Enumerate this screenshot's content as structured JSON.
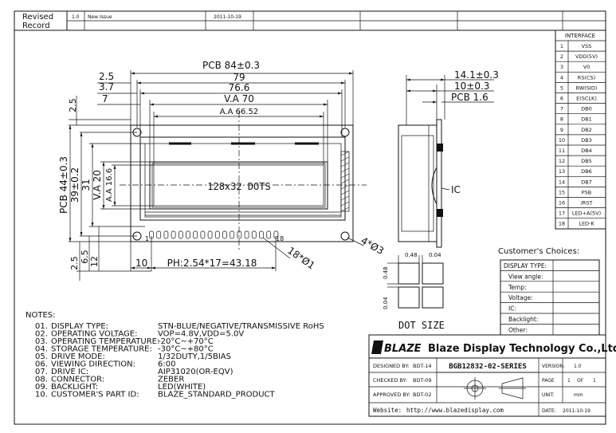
{
  "revision": {
    "label_line1": "Revised",
    "label_line2": "Record",
    "rev_no": "1.0",
    "description": "New Issue",
    "date": "2011-10-19"
  },
  "dimensions": {
    "pcb_w": "PCB 84±0.3",
    "d79": "79",
    "d766": "76.6",
    "va70": "V.A 70",
    "aa": "A.A 66.52",
    "d25": "2.5",
    "d37": "3.7",
    "d7": "7",
    "d25v": "2.5",
    "pcb_h": "PCB 44±0.3",
    "d39": "39±0.2",
    "d31": "31",
    "va20": "V.A 20",
    "aa166": "A.A 16.6",
    "d65": "6.5",
    "d12": "12",
    "d25b": "2.5",
    "d10": "10",
    "ph": "PH:2.54*17=43.18",
    "dots": "128x32 DOTS",
    "pin1": "1",
    "pin18": "18",
    "hole": "4*Ø3",
    "pins": "18*Ø1",
    "side_total": "14.1±0.3",
    "side_10": "10±0.3",
    "side_pcb": "PCB 1.6",
    "ic": "IC",
    "dot_048a": "0.48",
    "dot_004a": "0.04",
    "dot_048b": "0.48",
    "dot_004b": "0.04",
    "dot_size": "DOT SIZE"
  },
  "interface": {
    "title": "INTERFACE",
    "pins": [
      {
        "no": "1",
        "name": "VSS"
      },
      {
        "no": "2",
        "name": "VDD(5V)"
      },
      {
        "no": "3",
        "name": "V0"
      },
      {
        "no": "4",
        "name": "RS(CS)"
      },
      {
        "no": "5",
        "name": "RW(SID)"
      },
      {
        "no": "6",
        "name": "E(SCLK)"
      },
      {
        "no": "7",
        "name": "DB0"
      },
      {
        "no": "8",
        "name": "DB1"
      },
      {
        "no": "9",
        "name": "DB2"
      },
      {
        "no": "10",
        "name": "DB3"
      },
      {
        "no": "11",
        "name": "DB4"
      },
      {
        "no": "12",
        "name": "DB5"
      },
      {
        "no": "13",
        "name": "DB6"
      },
      {
        "no": "14",
        "name": "DB7"
      },
      {
        "no": "15",
        "name": "PSB"
      },
      {
        "no": "16",
        "name": "/RST"
      },
      {
        "no": "17",
        "name": "LED+A(5V)"
      },
      {
        "no": "18",
        "name": "LED-K"
      }
    ]
  },
  "choices": {
    "title": "Customer's Choices:",
    "rows": [
      "DISPLAY TYPE:",
      "View angle:",
      "Temp:",
      "Voltage:",
      "IC:",
      "Backlight:",
      "Other:"
    ]
  },
  "notes": {
    "title": "NOTES:",
    "items": [
      {
        "no": "01.",
        "label": "DISPLAY TYPE:",
        "value": "STN-BLUE/NEGATIVE/TRANSMISSIVE RoHS"
      },
      {
        "no": "02.",
        "label": "OPERATING VOLTAGE:",
        "value": "VOP=4.8V,VDD=5.0V"
      },
      {
        "no": "03.",
        "label": "OPERATING TEMPERATURE:",
        "value": "-20°C~+70°C"
      },
      {
        "no": "04.",
        "label": "STORAGE TEMPERATURE:",
        "value": "-30°C~+80°C"
      },
      {
        "no": "05.",
        "label": "DRIVE MODE:",
        "value": "1/32DUTY,1/5BIAS"
      },
      {
        "no": "06.",
        "label": "VIEWING DIRECTION:",
        "value": "6:00"
      },
      {
        "no": "07.",
        "label": "DRIVE IC:",
        "value": "AIP31020(OR-EQV)"
      },
      {
        "no": "08.",
        "label": "CONNECTOR:",
        "value": "ZEBER"
      },
      {
        "no": "09.",
        "label": "BACKLIGHT:",
        "value": "LED(WHITE)"
      },
      {
        "no": "10.",
        "label": "CUSTOMER'S PART ID:",
        "value": "BLAZE_STANDARD_PRODUCT"
      }
    ]
  },
  "title_block": {
    "logo": "BLAZE",
    "company": "Blaze Display Technology Co.,Ltd.",
    "designed_label": "DESIGNED BY:",
    "designed_by": "BDT-14",
    "checked_label": "CHECKED BY:",
    "checked_by": "BDT-09",
    "approved_label": "APPROVED BY:",
    "approved_by": "BDT-02",
    "part_no": "BGB12832-02-SERIES",
    "version_label": "VERSION:",
    "version": "1.0",
    "page_label": "PAGE",
    "page": "1",
    "of_label": "OF",
    "of": "1",
    "unit_label": "UNIT:",
    "unit": "mm",
    "website_label": "Website:",
    "website": "http://www.blazedisplay.com",
    "date_label": "DATE:",
    "date": "2011-10-19"
  }
}
